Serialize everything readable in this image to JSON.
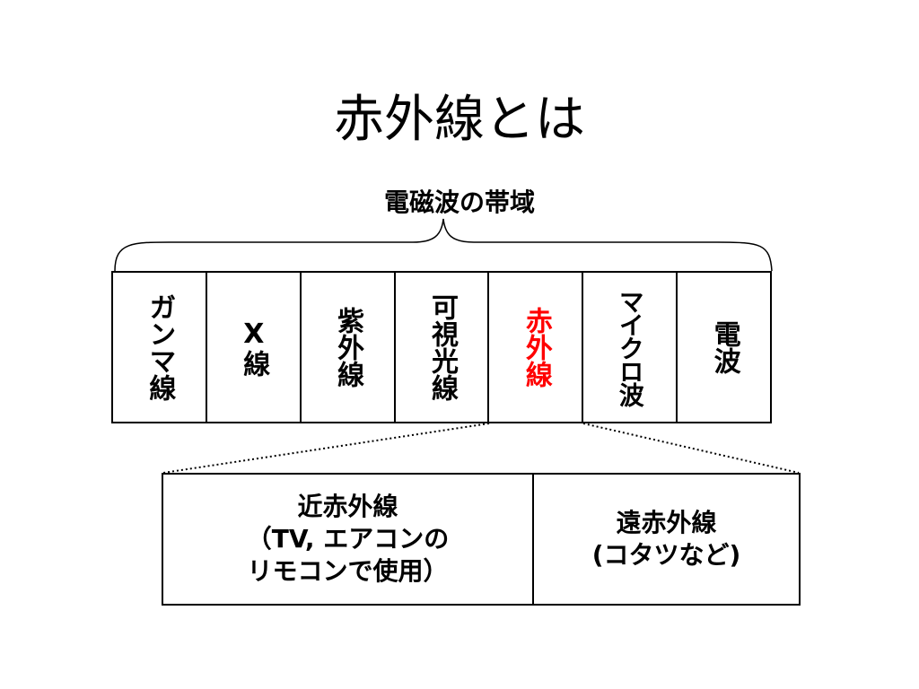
{
  "slide": {
    "title": "赤外線とは",
    "band_caption": "電磁波の帯域"
  },
  "spectrum": {
    "bands": [
      {
        "label": "ガンマ線",
        "color": "#000000"
      },
      {
        "label": "X線",
        "color": "#000000"
      },
      {
        "label": "紫外線",
        "color": "#000000"
      },
      {
        "label": "可視光線",
        "color": "#000000"
      },
      {
        "label": "赤外線",
        "color": "#ff0000"
      },
      {
        "label": "マイクロ波",
        "color": "#000000"
      },
      {
        "label": "電波",
        "color": "#000000"
      }
    ]
  },
  "infrared": {
    "near": {
      "lines": [
        "近赤外線",
        "（TV, エアコンの",
        "リモコンで使用）"
      ]
    },
    "far": {
      "lines": [
        "遠赤外線",
        "(コタツなど)"
      ]
    }
  },
  "colors": {
    "highlight": "#ff0000",
    "text": "#000000",
    "background": "#ffffff"
  }
}
